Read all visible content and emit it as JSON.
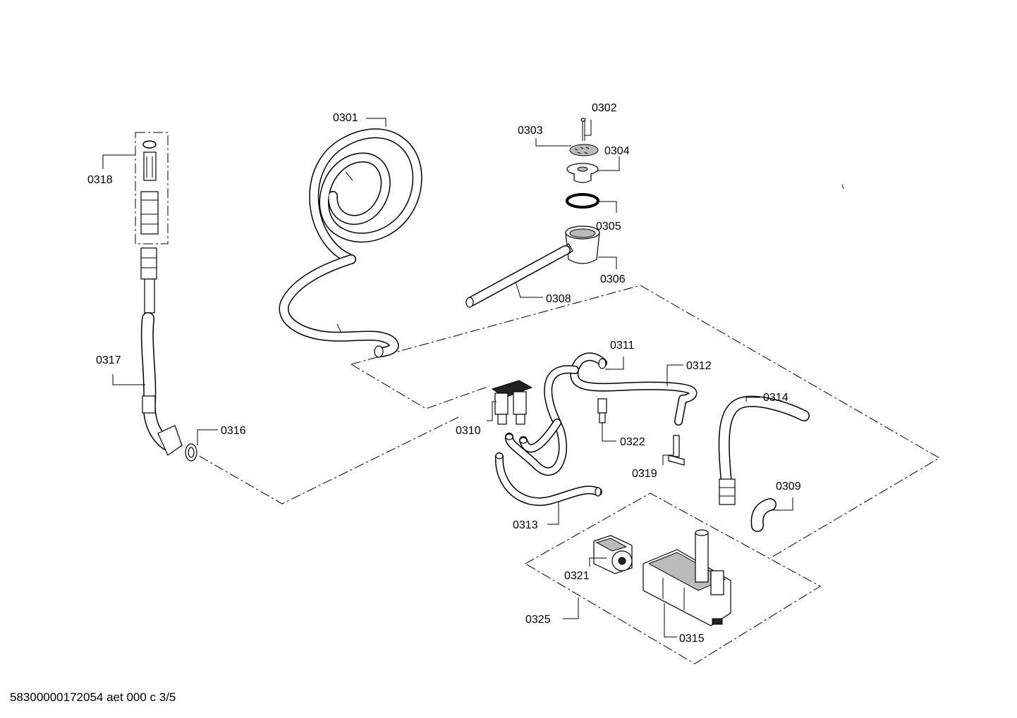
{
  "diagram": {
    "labels": {
      "p0301": "0301",
      "p0302": "0302",
      "p0303": "0303",
      "p0304": "0304",
      "p0305": "0305",
      "p0306": "0306",
      "p0308": "0308",
      "p0309": "0309",
      "p0310": "0310",
      "p0311": "0311",
      "p0312": "0312",
      "p0313": "0313",
      "p0314": "0314",
      "p0315": "0315",
      "p0316": "0316",
      "p0317": "0317",
      "p0318": "0318",
      "p0319": "0319",
      "p0321": "0321",
      "p0322": "0322",
      "p0325": "0325"
    }
  },
  "footer": {
    "code": "58300000172054 aet 000 c 3/5"
  }
}
